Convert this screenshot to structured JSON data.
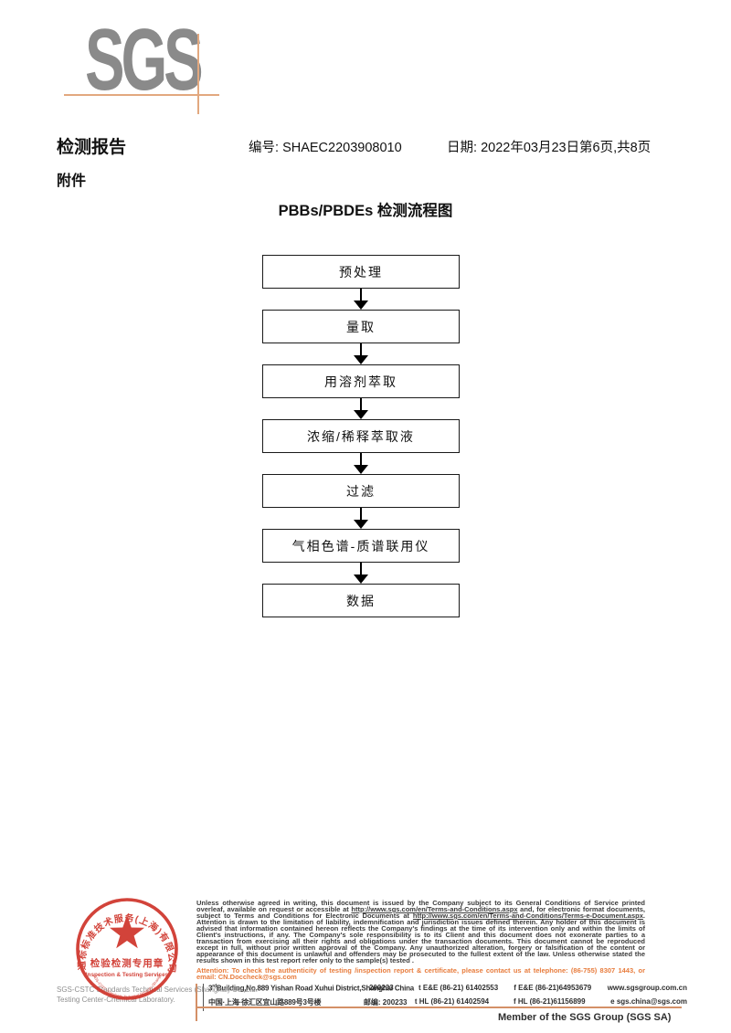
{
  "logo": {
    "text": "SGS"
  },
  "header": {
    "report_title": "检测报告",
    "report_no_label": "编号:",
    "report_no": "SHAEC2203908010",
    "date_label": "日期:",
    "date": "2022年03月23日",
    "page_info": "第6页,共8页",
    "attachment": "附件"
  },
  "flowchart": {
    "title": "PBBs/PBDEs 检测流程图",
    "steps": [
      "预处理",
      "量取",
      "用溶剂萃取",
      "浓缩/稀释萃取液",
      "过滤",
      "气相色谱-质谱联用仪",
      "数据"
    ]
  },
  "footer": {
    "disclaimer": {
      "seg1": "Unless otherwise agreed in writing, this document is issued by the Company subject to its General Conditions of Service printed overleaf, available on request or accessible at ",
      "url1": "http://www.sgs.com/en/Terms-and-Conditions.aspx",
      "seg2": " and, for electronic format documents, subject to Terms and Conditions for Electronic Documents at ",
      "url2": "http://www.sgs.com/en/Terms-and-Conditions/Terms-e-Document.aspx",
      "seg3": ". Attention is drawn to the limitation of liability, indemnification and jurisdiction issues defined therein. Any holder of this document is advised that information contained hereon reflects the Company's findings at the time of its intervention only and within the limits of Client's instructions, if any. The Company's sole responsibility is to its Client and this document does not exonerate parties to a transaction from exercising all their rights and obligations under the transaction documents. This document cannot be reproduced except in full, without prior written approval of the Company. Any unauthorized alteration, forgery or falsification of the content or appearance of this document is unlawful and offenders may be prosecuted to the fullest extent of the law. Unless otherwise stated the results shown in this test report refer only to the sample(s) tested ."
    },
    "attention": "Attention: To check the authenticity of testing /inspection report & certificate, please contact us at telephone: (86-755) 8307 1443, or email: CN.Doccheck@sgs.com",
    "stamp": {
      "arc_text": "通标标准技术服务(上海)有限公司",
      "inner_line1": "检验检测专用章",
      "inner_line2": "Inspection & Testing Services",
      "bottom_arc": "SGS-CSTC Standards Technical Services (Shanghai) Co.,Ltd."
    },
    "company_line1": "SGS-CSTC Standards Technical Services (Shanghai) Co.,Ltd.",
    "company_line2": "Testing Center-Chemical Laboratory.",
    "address": {
      "row1": {
        "num": "3",
        "sup": "rd",
        "street": "Building,No.889 Yishan Road Xuhui District,Shanghai China",
        "postal": "200233",
        "tel": "t E&E (86-21) 61402553",
        "fax": "f E&E (86-21)64953679",
        "extra": "www.sgsgroup.com.cn"
      },
      "row2": {
        "street": "中国·上海·徐汇区宜山路889号3号楼",
        "postal_label": "邮编:",
        "postal": "200233",
        "tel": "t HL (86-21) 61402594",
        "fax": "f HL (86-21)61156899",
        "extra": "e  sgs.china@sgs.com"
      }
    },
    "member_text": "Member of the SGS Group (SGS SA)"
  },
  "colors": {
    "logo_gray": "#8a8a8a",
    "accent_orange": "#e2a87f",
    "rule_orange": "#d49067",
    "attention_orange": "#e87c3c",
    "stamp_red": "#cf342a"
  }
}
